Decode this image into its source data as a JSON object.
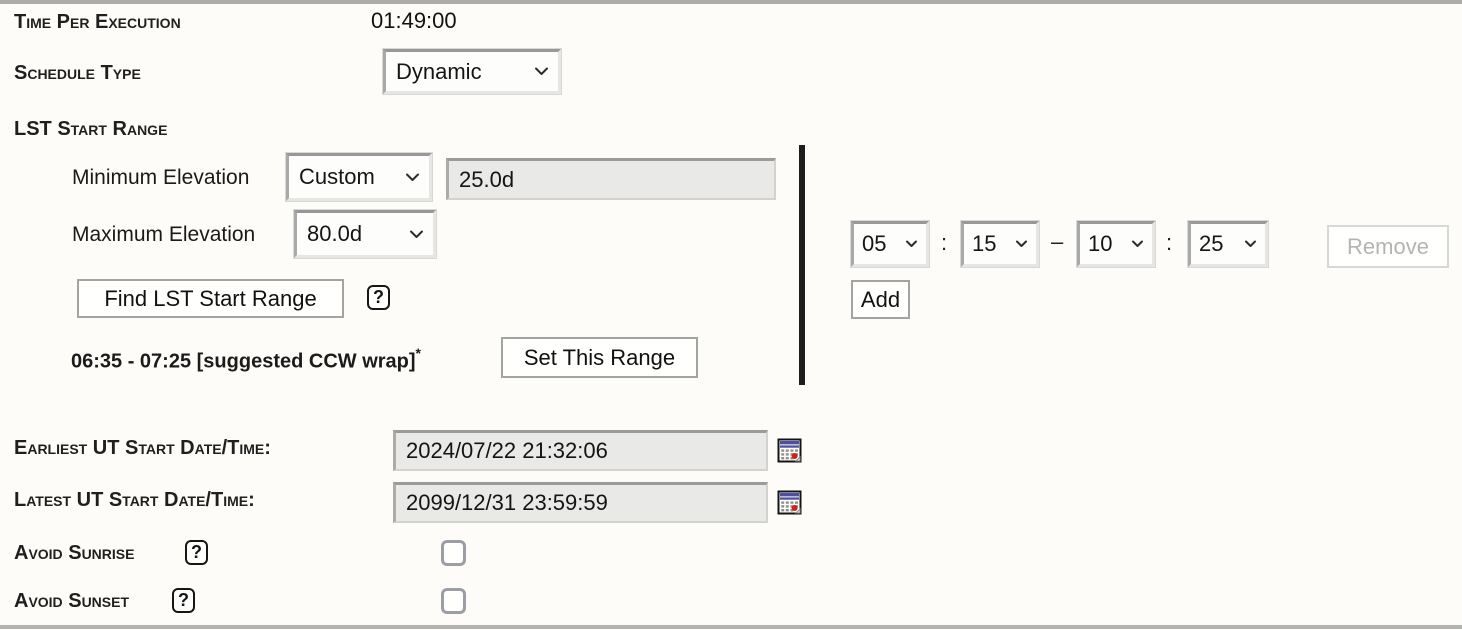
{
  "time_per_execution": {
    "label": "Time Per Execution",
    "value": "01:49:00"
  },
  "schedule_type": {
    "label": "Schedule Type",
    "value": "Dynamic"
  },
  "lst_start_range": {
    "label": "LST Start Range",
    "minimum_elevation": {
      "label": "Minimum Elevation",
      "selected": "Custom",
      "custom_value": "25.0d"
    },
    "maximum_elevation": {
      "label": "Maximum Elevation",
      "selected": "80.0d"
    },
    "find_button_label": "Find LST Start Range",
    "help_icon": "?",
    "suggested_range": "06:35 - 07:25 [suggested CCW wrap]",
    "suggested_range_note": "*",
    "set_range_button_label": "Set This Range",
    "range_entry": {
      "start_hour": "05",
      "start_minute": "15",
      "end_hour": "10",
      "end_minute": "25",
      "colon": ":",
      "dash": "–",
      "remove_button_label": "Remove"
    },
    "add_button_label": "Add"
  },
  "earliest_ut_start": {
    "label": "Earliest UT Start Date/Time:",
    "value": "2024/07/22 21:32:06"
  },
  "latest_ut_start": {
    "label": "Latest UT Start Date/Time:",
    "value": "2099/12/31 23:59:59"
  },
  "avoid_sunrise": {
    "label": "Avoid Sunrise",
    "help_icon": "?",
    "checked": false
  },
  "avoid_sunset": {
    "label": "Avoid Sunset",
    "help_icon": "?",
    "checked": false
  },
  "colors": {
    "calendar_header": "#4f4f9f",
    "calendar_dot": "#cc2418",
    "divider": "#1d1d1d",
    "disabled_text": "#b4b4b2",
    "field_background": "#e9e9e7"
  }
}
